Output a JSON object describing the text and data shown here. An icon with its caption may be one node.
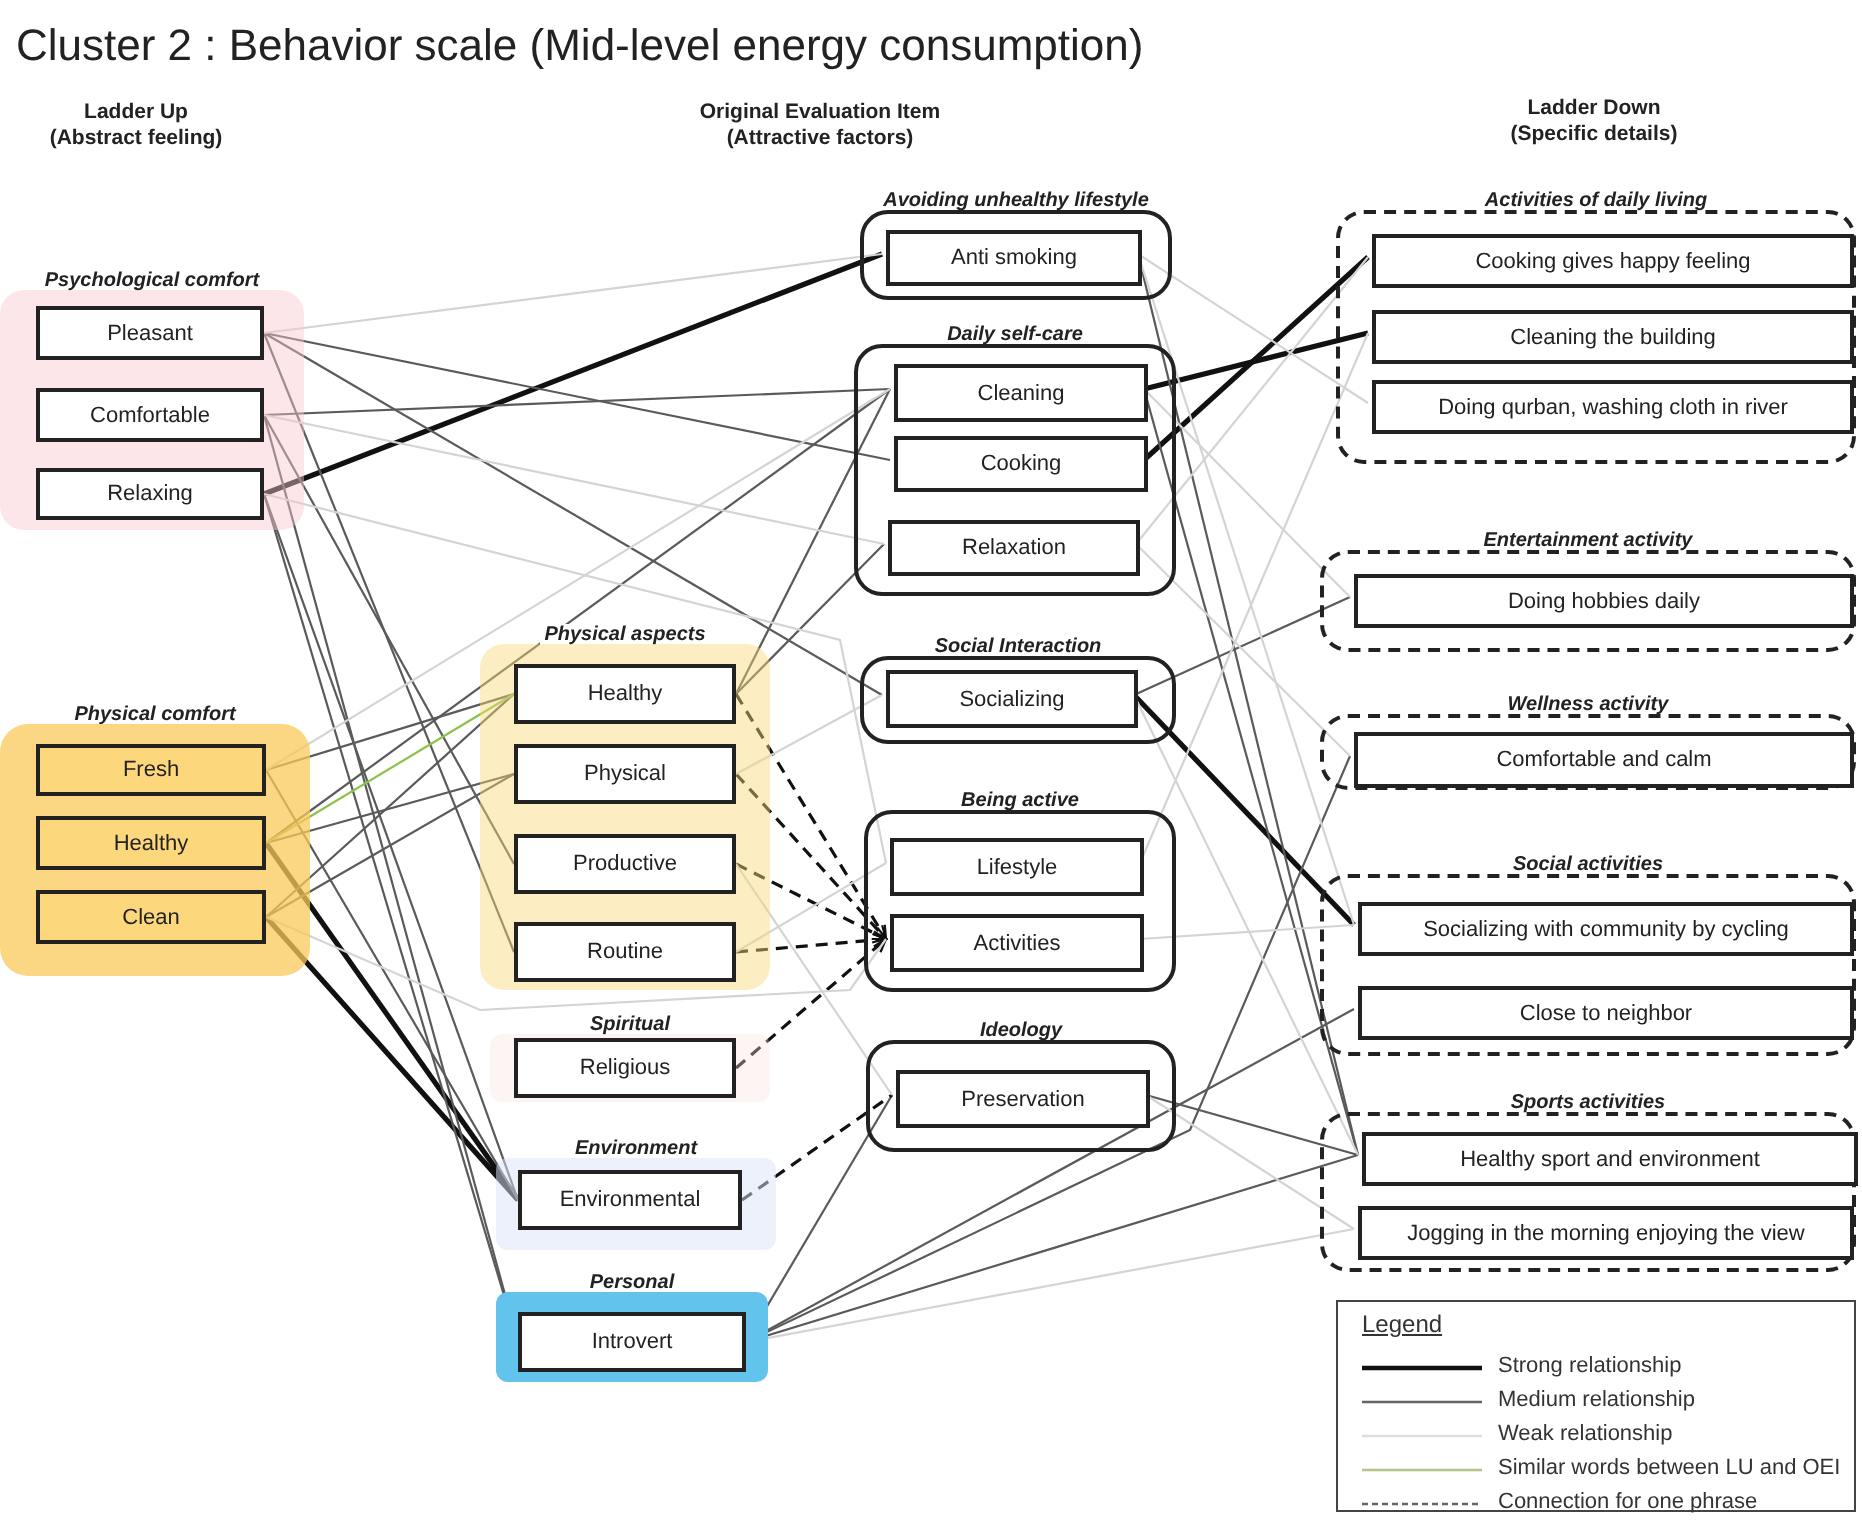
{
  "diagram": {
    "title": "Cluster 2 : Behavior scale (Mid-level energy consumption)",
    "nodes": [
      {
        "text": [
          "Psychological comfort"
        ]
      },
      {
        "text": [
          "Pleasant"
        ],
        "in": 0
      },
      {
        "text": [
          "Comfortable"
        ],
        "in": 0
      },
      {
        "text": [
          "Relaxing"
        ],
        "in": 0
      },
      {
        "text": [
          "Physical comfort"
        ]
      },
      {
        "text": [
          "Fresh"
        ],
        "in": 4
      },
      {
        "text": [
          "Healthy"
        ],
        "in": 4
      },
      {
        "text": [
          "Clean"
        ],
        "in": 4
      },
      {
        "text": [
          "Physical aspects"
        ]
      },
      {
        "text": [
          "Healthy"
        ],
        "in": 8
      },
      {
        "text": [
          "Physical"
        ],
        "in": 8
      },
      {
        "text": [
          "Productive"
        ],
        "in": 8
      },
      {
        "text": [
          "Routine"
        ],
        "in": 8
      },
      {
        "text": [
          "Spiritual"
        ]
      },
      {
        "text": [
          "Religious"
        ],
        "in": 13
      },
      {
        "text": [
          "Environment"
        ]
      },
      {
        "text": [
          "Environmental"
        ],
        "in": 15
      },
      {
        "text": [
          "Personal"
        ]
      },
      {
        "text": [
          "Introvert"
        ],
        "in": 17
      },
      {
        "text": [
          "Avoiding unhealthy lifestyle"
        ]
      },
      {
        "text": [
          "Anti smoking"
        ],
        "in": 19
      },
      {
        "text": [
          "Daily self-care"
        ]
      },
      {
        "text": [
          "Cleaning"
        ],
        "in": 21
      },
      {
        "text": [
          "Cooking"
        ],
        "in": 21
      },
      {
        "text": [
          "Relaxation"
        ],
        "in": 21
      },
      {
        "text": [
          "Social Interaction"
        ]
      },
      {
        "text": [
          "Socializing"
        ],
        "in": 25
      },
      {
        "text": [
          "Being active"
        ]
      },
      {
        "text": [
          "Lifestyle"
        ],
        "in": 27
      },
      {
        "text": [
          "Activities"
        ],
        "in": 27
      },
      {
        "text": [
          "Ideology"
        ]
      },
      {
        "text": [
          "Preservation"
        ],
        "in": 30
      },
      {
        "text": [
          "Activities of daily living"
        ]
      },
      {
        "text": [
          "Cooking gives happy feeling"
        ],
        "in": 32
      },
      {
        "text": [
          "Cleaning the building"
        ],
        "in": 32
      },
      {
        "text": [
          "Doing qurban, washing cloth in river"
        ],
        "in": 32
      },
      {
        "text": [
          "Entertainment activity"
        ]
      },
      {
        "text": [
          "Doing hobbies daily"
        ],
        "in": 36
      },
      {
        "text": [
          "Wellness activity"
        ]
      },
      {
        "text": [
          "Comfortable and calm"
        ],
        "in": 38
      },
      {
        "text": [
          "Social activities"
        ]
      },
      {
        "text": [
          "Socializing with community by cycling"
        ],
        "in": 40
      },
      {
        "text": [
          "Close to neighbor"
        ],
        "in": 40
      },
      {
        "text": [
          "Sports activities"
        ]
      },
      {
        "text": [
          "Healthy sport and environment"
        ],
        "in": 43
      },
      {
        "text": [
          "Jogging in the morning enjoying the view"
        ],
        "in": 43
      }
    ],
    "edges": [
      {
        "from": 3,
        "to": 20,
        "arrow": "none",
        "style": "thick",
        "color": "#111111"
      },
      {
        "from": 6,
        "to": 16,
        "arrow": "none",
        "style": "thick",
        "color": "#111111"
      },
      {
        "from": 7,
        "to": 16,
        "arrow": "none",
        "style": "thick",
        "color": "#111111"
      },
      {
        "from": 22,
        "to": 34,
        "arrow": "none",
        "style": "thick",
        "color": "#111111"
      },
      {
        "from": 23,
        "to": 33,
        "arrow": "none",
        "style": "thick",
        "color": "#111111"
      },
      {
        "from": 26,
        "to": 41,
        "arrow": "none",
        "style": "thick",
        "color": "#111111"
      },
      {
        "from": 1,
        "to": 23,
        "arrow": "none"
      },
      {
        "from": 1,
        "to": 26,
        "arrow": "none"
      },
      {
        "from": 1,
        "to": 12,
        "arrow": "none"
      },
      {
        "from": 2,
        "to": 22,
        "arrow": "none"
      },
      {
        "from": 2,
        "to": 11,
        "arrow": "none"
      },
      {
        "from": 2,
        "to": 18,
        "arrow": "none"
      },
      {
        "from": 3,
        "to": 16,
        "arrow": "none"
      },
      {
        "from": 3,
        "to": 18,
        "arrow": "none"
      },
      {
        "from": 5,
        "to": 9,
        "arrow": "none"
      },
      {
        "from": 5,
        "to": 16,
        "arrow": "none"
      },
      {
        "from": 6,
        "to": 10,
        "arrow": "none"
      },
      {
        "from": 6,
        "to": 22,
        "arrow": "none"
      },
      {
        "from": 7,
        "to": 10,
        "arrow": "none"
      },
      {
        "from": 7,
        "to": 9,
        "arrow": "none"
      },
      {
        "from": 9,
        "to": 24,
        "arrow": "none"
      },
      {
        "from": 9,
        "to": 22,
        "arrow": "none"
      },
      {
        "from": 18,
        "to": 31,
        "arrow": "none"
      },
      {
        "from": 18,
        "to": 39,
        "arrow": "none"
      },
      {
        "from": 18,
        "to": 42,
        "arrow": "none"
      },
      {
        "from": 18,
        "to": 44,
        "arrow": "none"
      },
      {
        "from": 26,
        "to": 37,
        "arrow": "none"
      },
      {
        "from": 31,
        "to": 44,
        "arrow": "none"
      },
      {
        "from": 20,
        "to": 44,
        "arrow": "none"
      },
      {
        "from": 22,
        "to": 44,
        "arrow": "none"
      },
      {
        "from": 6,
        "to": 9,
        "arrow": "none",
        "color": "#8bc34a"
      },
      {
        "from": 9,
        "to": 29,
        "arrow": "to",
        "style": "dashed",
        "color": "#111111"
      },
      {
        "from": 10,
        "to": 29,
        "arrow": "to",
        "style": "dashed",
        "color": "#111111"
      },
      {
        "from": 11,
        "to": 29,
        "arrow": "to",
        "style": "dashed",
        "color": "#111111"
      },
      {
        "from": 12,
        "to": 29,
        "arrow": "to",
        "style": "dashed",
        "color": "#111111"
      },
      {
        "from": 14,
        "to": 29,
        "arrow": "to",
        "style": "dashed",
        "color": "#111111"
      },
      {
        "from": 16,
        "to": 31,
        "arrow": "none",
        "style": "dashed",
        "color": "#111111"
      },
      {
        "from": 1,
        "to": 20,
        "arrow": "none",
        "color": "#d4d4d4"
      },
      {
        "from": 2,
        "to": 24,
        "arrow": "none",
        "color": "#d4d4d4"
      },
      {
        "from": 3,
        "to": 28,
        "arrow": "none",
        "color": "#d4d4d4"
      },
      {
        "from": 5,
        "to": 22,
        "arrow": "none",
        "color": "#d4d4d4"
      },
      {
        "from": 7,
        "to": 29,
        "arrow": "none",
        "color": "#d4d4d4"
      },
      {
        "from": 10,
        "to": 26,
        "arrow": "none",
        "color": "#d4d4d4"
      },
      {
        "from": 11,
        "to": 31,
        "arrow": "none",
        "color": "#d4d4d4"
      },
      {
        "from": 12,
        "to": 28,
        "arrow": "none",
        "color": "#d4d4d4"
      },
      {
        "from": 20,
        "to": 35,
        "arrow": "none",
        "color": "#d4d4d4"
      },
      {
        "from": 22,
        "to": 37,
        "arrow": "none",
        "color": "#d4d4d4"
      },
      {
        "from": 24,
        "to": 39,
        "arrow": "none",
        "color": "#d4d4d4"
      },
      {
        "from": 28,
        "to": 34,
        "arrow": "none",
        "color": "#d4d4d4"
      },
      {
        "from": 29,
        "to": 41,
        "arrow": "none",
        "color": "#d4d4d4"
      },
      {
        "from": 31,
        "to": 45,
        "arrow": "none",
        "color": "#d4d4d4"
      },
      {
        "from": 18,
        "to": 45,
        "arrow": "none",
        "color": "#d4d4d4"
      },
      {
        "from": 26,
        "to": 44,
        "arrow": "none",
        "color": "#d4d4d4"
      },
      {
        "from": 24,
        "to": 33,
        "arrow": "none",
        "color": "#d4d4d4"
      },
      {
        "from": 20,
        "to": 41,
        "arrow": "none",
        "color": "#d4d4d4"
      }
    ],
    "labels": [
      "Ladder Up (Abstract feeling)",
      "Original Evaluation Item (Attractive factors)",
      "Ladder Down (Specific details)",
      "Legend"
    ],
    "legend": [
      {
        "text": "Strong relationship"
      },
      {
        "text": "Medium relationship"
      },
      {
        "text": "Weak relationship"
      },
      {
        "text": "Similar words between LU and OEI"
      },
      {
        "text": "Connection for one phrase"
      }
    ]
  }
}
